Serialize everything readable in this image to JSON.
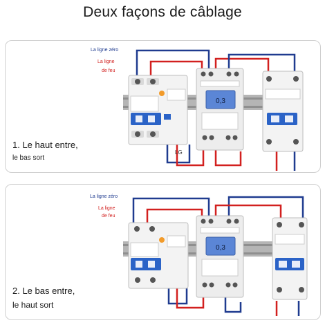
{
  "title": "Deux façons de câblage",
  "labels": {
    "neutral": "La ligne zéro",
    "live_line1": "La ligne",
    "live_line2": "de feu",
    "lg": "LG"
  },
  "panels": [
    {
      "caption_line1": "1. Le haut entre,",
      "caption_line2": "le bas sort"
    },
    {
      "caption_line1": "2. Le bas entre,",
      "caption_line2": "le haut sort"
    }
  ],
  "meter": {
    "display_value": "0,3"
  },
  "colors": {
    "neutral_wire": "#1f3b8f",
    "live_wire": "#d2201f",
    "display": "#5b86d6",
    "breaker_blue": "#2b63c7",
    "rail": "#9a9a9a"
  }
}
